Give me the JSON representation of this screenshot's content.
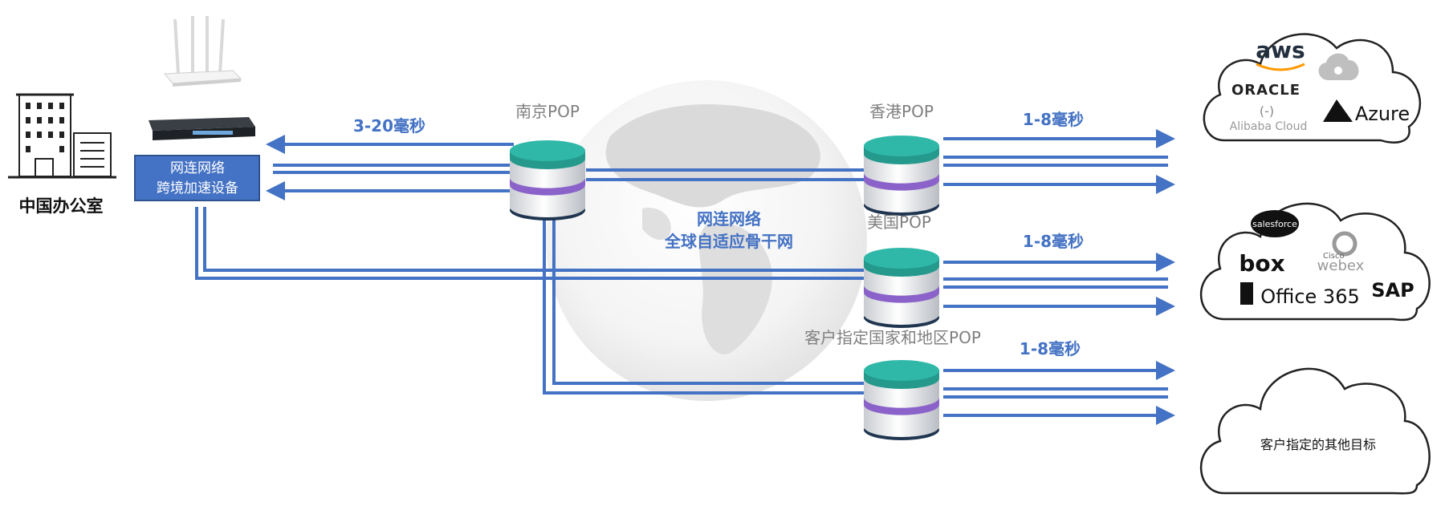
{
  "office": {
    "label": "中国办公室"
  },
  "device": {
    "line1": "网连网络",
    "line2": "跨境加速设备"
  },
  "backbone": {
    "line1": "网连网络",
    "line2": "全球自适应骨干网"
  },
  "pops": {
    "nanjing": "南京POP",
    "hongkong": "香港POP",
    "usa": "美国POP",
    "custom": "客户指定国家和地区POP"
  },
  "latency": {
    "china": "3-20毫秒",
    "hongkong": "1-8毫秒",
    "usa": "1-8毫秒",
    "custom": "1-8毫秒"
  },
  "clouds": {
    "cloud1": {
      "aws": "aws",
      "oracle": "ORACLE",
      "alibaba": "Alibaba Cloud",
      "azure": "Azure"
    },
    "cloud2": {
      "salesforce": "salesforce",
      "box": "box",
      "cisco": "Cisco",
      "webex": "webex",
      "office": "Office 365",
      "sap": "SAP"
    },
    "cloud3": {
      "label": "客户指定的其他目标"
    }
  },
  "colors": {
    "line": "#4472c4",
    "label_blue": "#4472c4",
    "pop_teal": "#2fb8a8",
    "pop_purple": "#8a62c9",
    "pop_navy": "#1f3550",
    "device_fill": "#4472c4",
    "gray_text": "#7f7f7f"
  }
}
